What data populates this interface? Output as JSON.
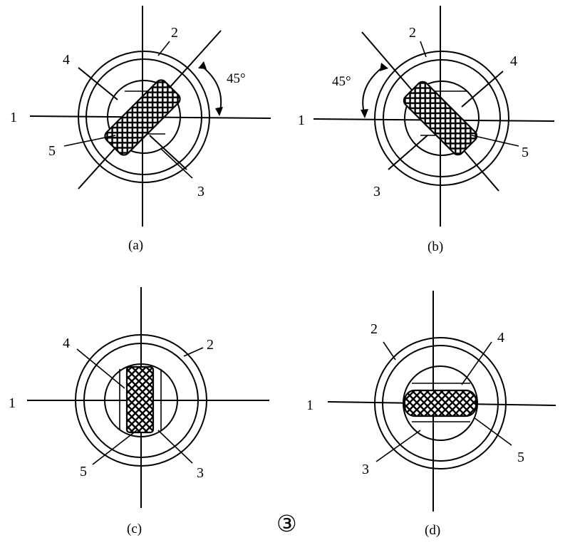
{
  "figure_marker": "③",
  "angle_label": "45°",
  "panels": [
    {
      "caption": "(a)",
      "labels": [
        "1",
        "2",
        "3",
        "4",
        "5"
      ]
    },
    {
      "caption": "(b)",
      "labels": [
        "1",
        "2",
        "3",
        "4",
        "5"
      ]
    },
    {
      "caption": "(c)",
      "labels": [
        "1",
        "2",
        "3",
        "4",
        "5"
      ]
    },
    {
      "caption": "(d)",
      "labels": [
        "1",
        "2",
        "3",
        "4",
        "5"
      ]
    }
  ]
}
